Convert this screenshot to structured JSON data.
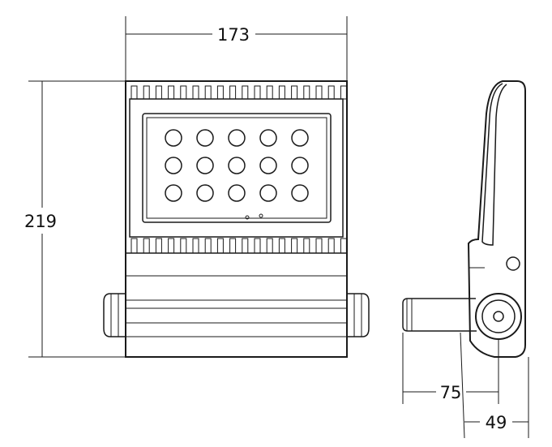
{
  "dimensions": {
    "width_label": "173",
    "height_label": "219",
    "bracket_offset_label": "75",
    "depth_label": "49"
  },
  "fixture": {
    "led_rows": 3,
    "led_columns": 5
  }
}
